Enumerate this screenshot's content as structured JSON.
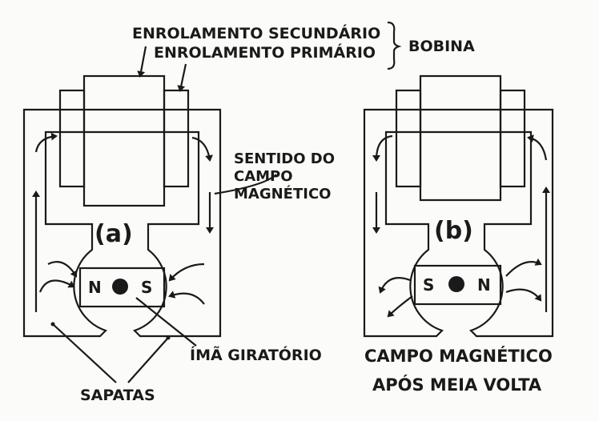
{
  "labels": {
    "secondary_winding": "ENROLAMENTO SECUNDÁRIO",
    "primary_winding": "ENROLAMENTO PRIMÁRIO",
    "coil": "BOBINA",
    "field_direction_1": "SENTIDO DO",
    "field_direction_2": "CAMPO",
    "field_direction_3": "MAGNÉTICO",
    "panel_a": "(a)",
    "panel_b": "(b)",
    "rotating_magnet": "ÍMÃ GIRATÓRIO",
    "shoes": "SAPATAS",
    "after_half_turn_1": "CAMPO MAGNÉTICO",
    "after_half_turn_2": "APÓS MEIA VOLTA"
  },
  "magnet_a": {
    "left_pole": "N",
    "right_pole": "S"
  },
  "magnet_b": {
    "left_pole": "S",
    "right_pole": "N"
  }
}
